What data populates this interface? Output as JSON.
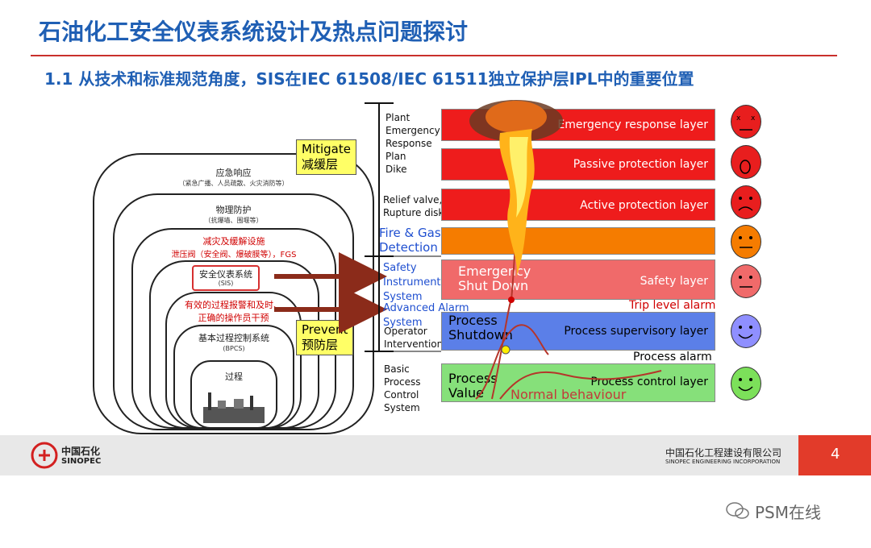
{
  "title": "石油化工安全仪表系统设计及热点问题探讨",
  "subtitle": "1.1  从技术和标准规范角度，SIS在IEC 61508/IEC 61511独立保护层IPL中的重要位置",
  "nested_layers": {
    "emergency": {
      "label": "应急响应",
      "sub": "（紧急广播、人员疏散、火灾消防等）"
    },
    "physical": {
      "label": "物理防护",
      "sub": "（抗爆墙、围堰等）"
    },
    "mitigation": {
      "label": "减灾及缓解设施",
      "sub": "泄压阀（安全阀、爆破膜等），FGS"
    },
    "sis": {
      "label": "安全仪表系统",
      "sub": "(SIS)"
    },
    "alarm": {
      "label": "有效的过程报警和及时、",
      "sub": "正确的操作员干预"
    },
    "bpcs": {
      "label": "基本过程控制系统",
      "sub": "(BPCS)"
    },
    "process": {
      "label": "过程"
    }
  },
  "mitigate_box": {
    "en": "Mitigate",
    "zh": "减缓层"
  },
  "prevent_box": {
    "en": "Prevent",
    "zh": "预防层"
  },
  "left_texts": {
    "plant": [
      "Plant",
      "Emergency",
      "Response",
      "Plan",
      "Dike"
    ],
    "relief": [
      "Relief valve,",
      "Rupture disk"
    ],
    "fgs": [
      "Fire & Gas",
      "Detection System"
    ],
    "sis": [
      "Safety",
      "Instrumented",
      "System"
    ],
    "alarm": [
      "Advanced Alarm",
      "System"
    ],
    "operator": [
      "Operator",
      "Intervention"
    ],
    "bpcs": [
      "Basic",
      "Process",
      "Control",
      "System"
    ]
  },
  "bands": {
    "emergency": "Emergency response layer",
    "passive": "Passive protection layer",
    "active": "Active protection layer",
    "safety": "Safety layer",
    "supervisory": "Process supervisory layer",
    "control": "Process control layer"
  },
  "band_overlays": {
    "esd": [
      "Emergency",
      "Shut Down"
    ],
    "psd": [
      "Process",
      "Shutdown"
    ],
    "pv": [
      "Process",
      "Value"
    ],
    "normal": "Normal behaviour"
  },
  "alarm_labels": {
    "trip": "Trip level alarm",
    "process": "Process alarm"
  },
  "footer": {
    "left_cn": "中国石化",
    "left_en": "SINOPEC",
    "right_cn": "中国石化工程建设有限公司",
    "right_en": "SINOPEC ENGINEERING INCORPORATION",
    "page": "4"
  },
  "watermark": "PSM在线",
  "colors": {
    "title_blue": "#1f5fb4",
    "red_band": "#ee1c1c",
    "orange_band": "#f57c00",
    "pink_band": "#f06a6a",
    "blue_band": "#5b7fe8",
    "green_band": "#86e07a"
  }
}
